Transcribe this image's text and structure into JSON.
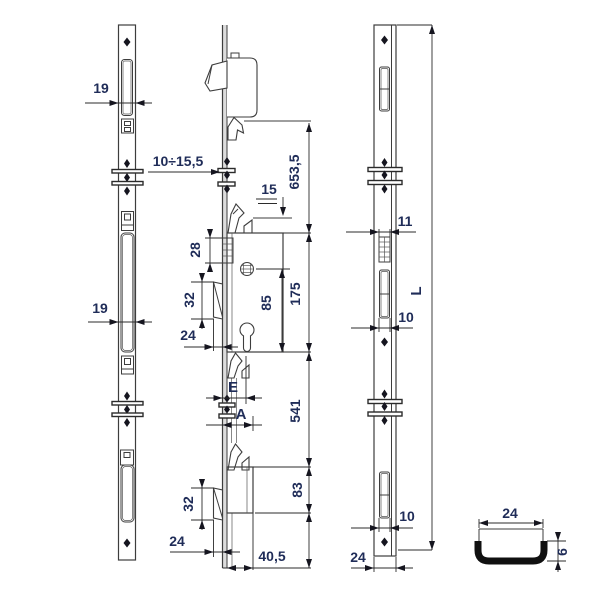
{
  "views": {
    "left_plate": {
      "width_top": "19",
      "width_mid": "19"
    },
    "side_view": {
      "adjust_range": "10÷15,5",
      "hook_offset": "15",
      "total_height": "653,5",
      "keeper_height": "28",
      "spindle_to_cylinder": "85",
      "case_height": "175",
      "bolt_upper": "32",
      "throw_upper": "24",
      "entry": "E",
      "dim_a": "A",
      "lower_span": "541",
      "bolt_lower": "32",
      "bottom_block": "83",
      "throw_lower": "24",
      "case_depth": "40,5"
    },
    "back_plate": {
      "keeper_width": "11",
      "slot_mid": "10",
      "length": "L",
      "slot_lower": "10",
      "plate_width": "24"
    },
    "profile": {
      "width": "24",
      "thickness": "6"
    }
  }
}
